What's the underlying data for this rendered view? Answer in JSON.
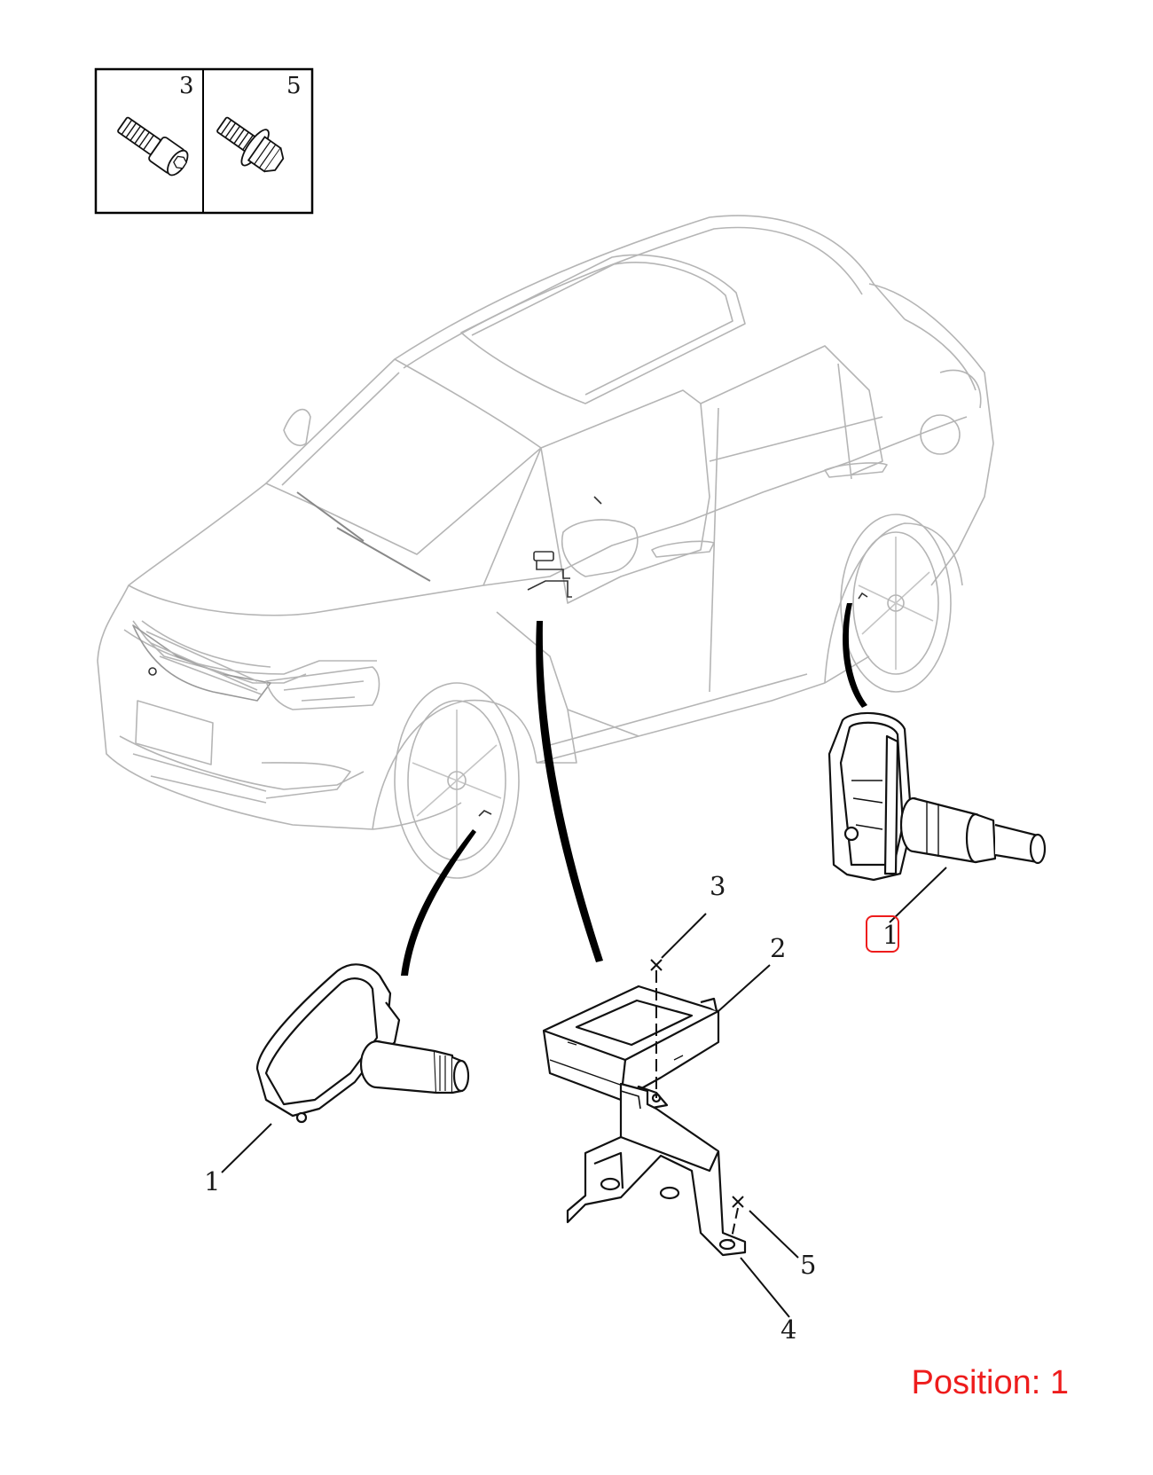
{
  "legend": {
    "cells": [
      {
        "number": "3"
      },
      {
        "number": "5"
      }
    ]
  },
  "callouts": {
    "left_sensor": "1",
    "right_sensor": "1",
    "module": "2",
    "module_bolt": "3",
    "bracket": "4",
    "bracket_bolt": "5"
  },
  "highlight": {
    "part": "1",
    "color": "#ee1c1c"
  },
  "position_label": "Position: 1"
}
